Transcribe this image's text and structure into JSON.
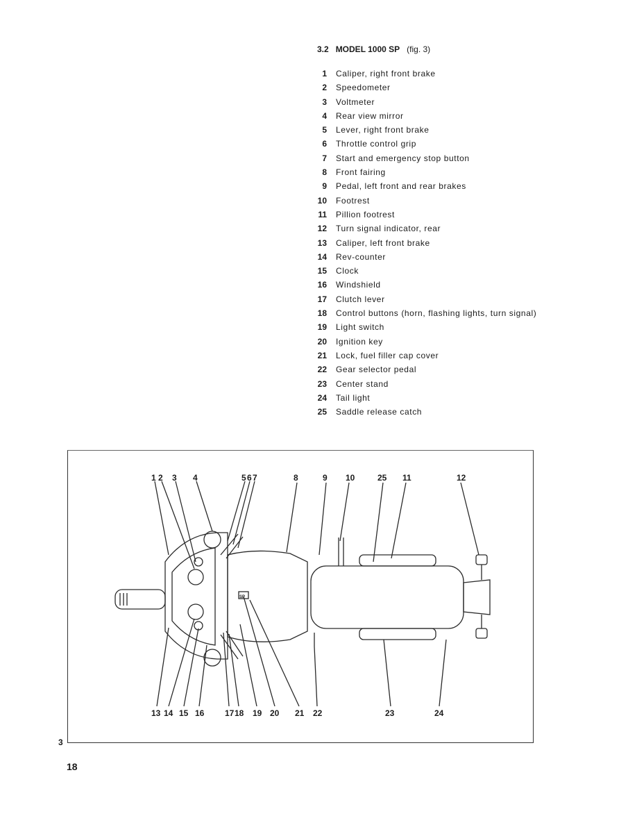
{
  "section": {
    "number": "3.2",
    "title": "MODEL 1000 SP",
    "fig_ref": "(fig. 3)"
  },
  "parts": [
    {
      "num": "1",
      "label": "Caliper, right front brake"
    },
    {
      "num": "2",
      "label": "Speedometer"
    },
    {
      "num": "3",
      "label": "Voltmeter"
    },
    {
      "num": "4",
      "label": "Rear view mirror"
    },
    {
      "num": "5",
      "label": "Lever, right front brake"
    },
    {
      "num": "6",
      "label": "Throttle control grip"
    },
    {
      "num": "7",
      "label": "Start and emergency stop button"
    },
    {
      "num": "8",
      "label": "Front fairing"
    },
    {
      "num": "9",
      "label": "Pedal, left front and rear brakes"
    },
    {
      "num": "10",
      "label": "Footrest"
    },
    {
      "num": "11",
      "label": "Pillion footrest"
    },
    {
      "num": "12",
      "label": "Turn signal indicator, rear"
    },
    {
      "num": "13",
      "label": "Caliper, left front brake"
    },
    {
      "num": "14",
      "label": "Rev-counter"
    },
    {
      "num": "15",
      "label": "Clock"
    },
    {
      "num": "16",
      "label": "Windshield"
    },
    {
      "num": "17",
      "label": "Clutch lever"
    },
    {
      "num": "18",
      "label": "Control buttons (horn, flashing lights, turn signal)"
    },
    {
      "num": "19",
      "label": "Light switch"
    },
    {
      "num": "20",
      "label": "Ignition key"
    },
    {
      "num": "21",
      "label": "Lock, fuel filler cap cover"
    },
    {
      "num": "22",
      "label": "Gear selector pedal"
    },
    {
      "num": "23",
      "label": "Center stand"
    },
    {
      "num": "24",
      "label": "Tail light"
    },
    {
      "num": "25",
      "label": "Saddle release catch"
    }
  ],
  "figure": {
    "number": "3",
    "callouts_top": [
      "1",
      "2",
      "3",
      "4",
      "5",
      "6",
      "7",
      "8",
      "9",
      "10",
      "25",
      "11",
      "12"
    ],
    "callouts_bottom": [
      "13",
      "14",
      "15",
      "16",
      "17",
      "18",
      "19",
      "20",
      "21",
      "22",
      "23",
      "24"
    ],
    "tank_badge": "SP"
  },
  "page_number": "18"
}
